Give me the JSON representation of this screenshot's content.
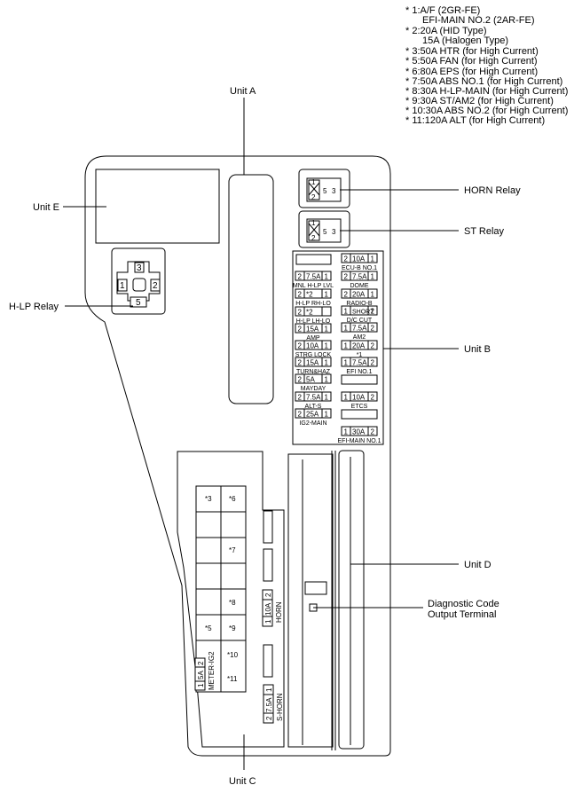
{
  "legend_notes": [
    "* 1:A/F (2GR-FE)",
    "EFI-MAIN NO.2 (2AR-FE)",
    "* 2:20A (HID Type)",
    "15A (Halogen Type)",
    "* 3:50A HTR (for High Current)",
    "* 5:50A FAN (for High Current)",
    "* 6:80A EPS (for High Current)",
    "* 7:50A ABS NO.1 (for High Current)",
    "* 8:30A H-LP-MAIN (for High Current)",
    "* 9:30A ST/AM2 (for High Current)",
    "* 10:30A ABS NO.2 (for High Current)",
    "* 11:120A ALT (for High Current)"
  ],
  "callouts": {
    "unit_a": "Unit A",
    "unit_b": "Unit B",
    "unit_c": "Unit C",
    "unit_d": "Unit D",
    "unit_e": "Unit E",
    "horn_relay": "HORN Relay",
    "st_relay": "ST Relay",
    "hlp_relay": "H-LP Relay",
    "diag_terminal_1": "Diagnostic Code",
    "diag_terminal_2": "Output Terminal"
  },
  "relay_pins": {
    "horn": [
      "1",
      "2",
      "5",
      "3"
    ],
    "st": [
      "1",
      "2",
      "5",
      "3"
    ],
    "hlp": [
      "3",
      "1",
      "2",
      "5"
    ]
  },
  "unit_b_left": [
    {
      "label": "MNL H-LP LVL",
      "pin_a": "2",
      "amp": "7.5A",
      "pin_b": "1"
    },
    {
      "label": "H-LP RH-LO",
      "pin_a": "2",
      "amp": "*2",
      "pin_b": "1"
    },
    {
      "label": "H-LP LH-LO",
      "pin_a": "2",
      "amp": "*2",
      "pin_b": ""
    },
    {
      "label": "AMP",
      "pin_a": "2",
      "amp": "15A",
      "pin_b": "1"
    },
    {
      "label": "STRG LOCK",
      "pin_a": "2",
      "amp": "10A",
      "pin_b": "1"
    },
    {
      "label": "TURN&HAZ",
      "pin_a": "2",
      "amp": "15A",
      "pin_b": "1"
    },
    {
      "label": "MAYDAY",
      "pin_a": "2",
      "amp": "5A",
      "pin_b": "1"
    },
    {
      "label": "ALT-S",
      "pin_a": "2",
      "amp": "7.5A",
      "pin_b": "1"
    },
    {
      "label": "IG2-MAIN",
      "pin_a": "2",
      "amp": "25A",
      "pin_b": "1"
    }
  ],
  "unit_b_right": [
    {
      "label": "ECU-B NO.1",
      "pin_a": "2",
      "amp": "10A",
      "pin_b": "1"
    },
    {
      "label": "DOME",
      "pin_a": "2",
      "amp": "7.5A",
      "pin_b": "1"
    },
    {
      "label": "RADIO-B",
      "pin_a": "2",
      "amp": "20A",
      "pin_b": "1"
    },
    {
      "label": "D/C CUT",
      "pin_a": "1",
      "amp": "SHORT",
      "pin_b": "2"
    },
    {
      "label": "AM2",
      "pin_a": "1",
      "amp": "7.5A",
      "pin_b": "2"
    },
    {
      "label": "*1",
      "pin_a": "1",
      "amp": "20A",
      "pin_b": "2"
    },
    {
      "label": "EFI NO.1",
      "pin_a": "1",
      "amp": "7.5A",
      "pin_b": "2"
    },
    {
      "label": "ETCS",
      "pin_a": "1",
      "amp": "10A",
      "pin_b": "2"
    },
    {
      "label": "EFI-MAIN NO.1",
      "pin_a": "1",
      "amp": "30A",
      "pin_b": "2"
    }
  ],
  "unit_c": {
    "fuse_refs": [
      "*3",
      "*6",
      "*7",
      "*8",
      "*5",
      "*9",
      "*10",
      "*11"
    ],
    "horn": {
      "pin_a": "1",
      "amp": "10A",
      "pin_b": "2",
      "label": "HORN"
    },
    "meter_ig2": {
      "pin_a": "1",
      "amp": "5A",
      "pin_b": "2",
      "label": "METER-IG2"
    },
    "s_horn": {
      "pin_a": "2",
      "amp": "7.5A",
      "pin_b": "1",
      "label": "S-HORN"
    }
  }
}
